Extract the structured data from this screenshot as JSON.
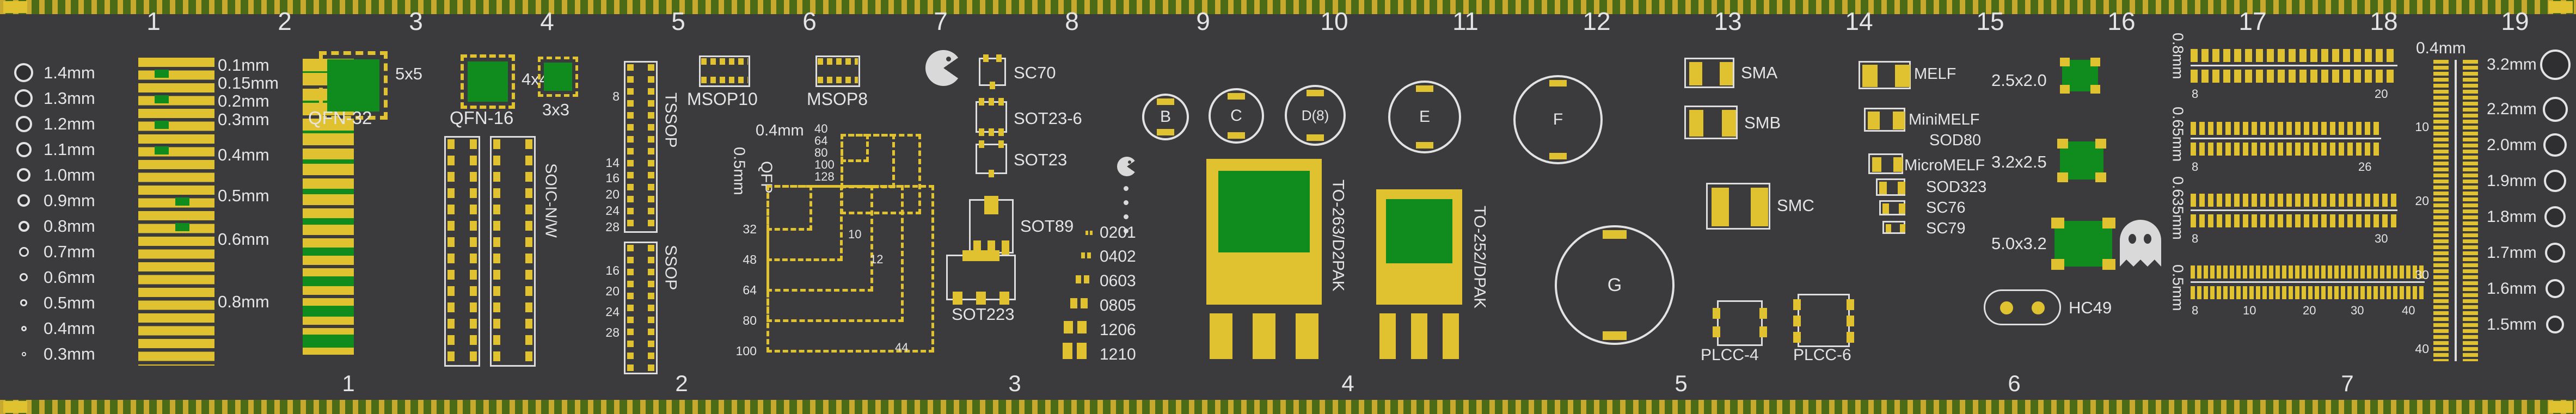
{
  "colors": {
    "board": "#3b3b3d",
    "pad_gold": "#e0c231",
    "mask_green": "#0f8c1d",
    "silk_white": "#e4e4e4",
    "edge_green": "#4c6b17",
    "edge_gold": "#c8a930",
    "icon_gray": "#d9d9d9"
  },
  "top_scale": [
    "1",
    "2",
    "3",
    "4",
    "5",
    "6",
    "7",
    "8",
    "9",
    "10",
    "11",
    "12",
    "13",
    "14",
    "15",
    "16",
    "17",
    "18",
    "19"
  ],
  "bottom_scale": [
    "1",
    "2",
    "3",
    "4",
    "5",
    "6",
    "7"
  ],
  "left_holes": {
    "labels": [
      "1.4mm",
      "1.3mm",
      "1.2mm",
      "1.1mm",
      "1.0mm",
      "0.9mm",
      "0.8mm",
      "0.7mm",
      "0.6mm",
      "0.5mm",
      "0.4mm",
      "0.3mm"
    ]
  },
  "trace_widths": {
    "labels": [
      "0.1mm",
      "0.15mm",
      "0.2mm",
      "0.3mm",
      "0.4mm",
      "0.5mm",
      "0.6mm",
      "0.8mm"
    ]
  },
  "qfn": {
    "qfn32": "QFN-32",
    "qfn32_size": "5x5",
    "qfn16": "QFN-16",
    "qfn16_size": "4x4",
    "qfn8_size": "3x3"
  },
  "soic": {
    "label": "SOIC-N/W"
  },
  "tssop": {
    "label": "TSSOP",
    "pins": [
      "8",
      "14",
      "16",
      "20",
      "24",
      "28"
    ]
  },
  "ssop": {
    "label": "SSOP",
    "pins": [
      "16",
      "20",
      "24",
      "28"
    ]
  },
  "msop": {
    "msop10": "MSOP10",
    "msop8": "MSOP8"
  },
  "qfp": {
    "label": "QFP",
    "pitch_04": "0.4mm",
    "pitch_05": "0.5mm",
    "left_pins": [
      "32",
      "48",
      "64",
      "80",
      "100"
    ],
    "top_pins": [
      "40",
      "64",
      "80",
      "100",
      "128"
    ],
    "inner_pins": [
      "10",
      "12",
      "44"
    ]
  },
  "sot": {
    "sc70": "SC70",
    "sot23_6": "SOT23-6",
    "sot23": "SOT23",
    "sot89": "SOT89",
    "sot223": "SOT223"
  },
  "chip_sizes": [
    "0201",
    "0402",
    "0603",
    "0805",
    "1206",
    "1210"
  ],
  "cap_letters": [
    "B",
    "C",
    "D(8)",
    "E",
    "F",
    "G"
  ],
  "to_pkg": {
    "d2pak": "TO-263/D2PAK",
    "dpak": "TO-252/DPAK"
  },
  "diodes": {
    "sma": "SMA",
    "smb": "SMB",
    "smc": "SMC"
  },
  "plcc": {
    "plcc4": "PLCC-4",
    "plcc6": "PLCC-6"
  },
  "melf": {
    "melf": "MELF",
    "minimelf": "MiniMELF",
    "sod80": "SOD80",
    "micromelf": "MicroMELF",
    "sod323": "SOD323",
    "sc76": "SC76",
    "sc79": "SC79"
  },
  "crystals": {
    "c2520": "2.5x2.0",
    "c3225": "3.2x2.5",
    "c5032": "5.0x3.2",
    "hc49": "HC49"
  },
  "headers": {
    "pitches": [
      "0.8mm",
      "0.65mm",
      "0.635mm",
      "0.5mm"
    ],
    "row_start": "8",
    "row_marks": [
      [
        "20"
      ],
      [
        "26"
      ],
      [
        "30"
      ],
      [
        "10",
        "20",
        "30",
        "40"
      ]
    ],
    "vertical_pitch": "0.4mm",
    "vertical_marks": [
      "10",
      "20",
      "30",
      "40"
    ]
  },
  "right_holes": {
    "labels": [
      "3.2mm",
      "2.2mm",
      "2.0mm",
      "1.9mm",
      "1.8mm",
      "1.7mm",
      "1.6mm",
      "1.5mm"
    ]
  }
}
